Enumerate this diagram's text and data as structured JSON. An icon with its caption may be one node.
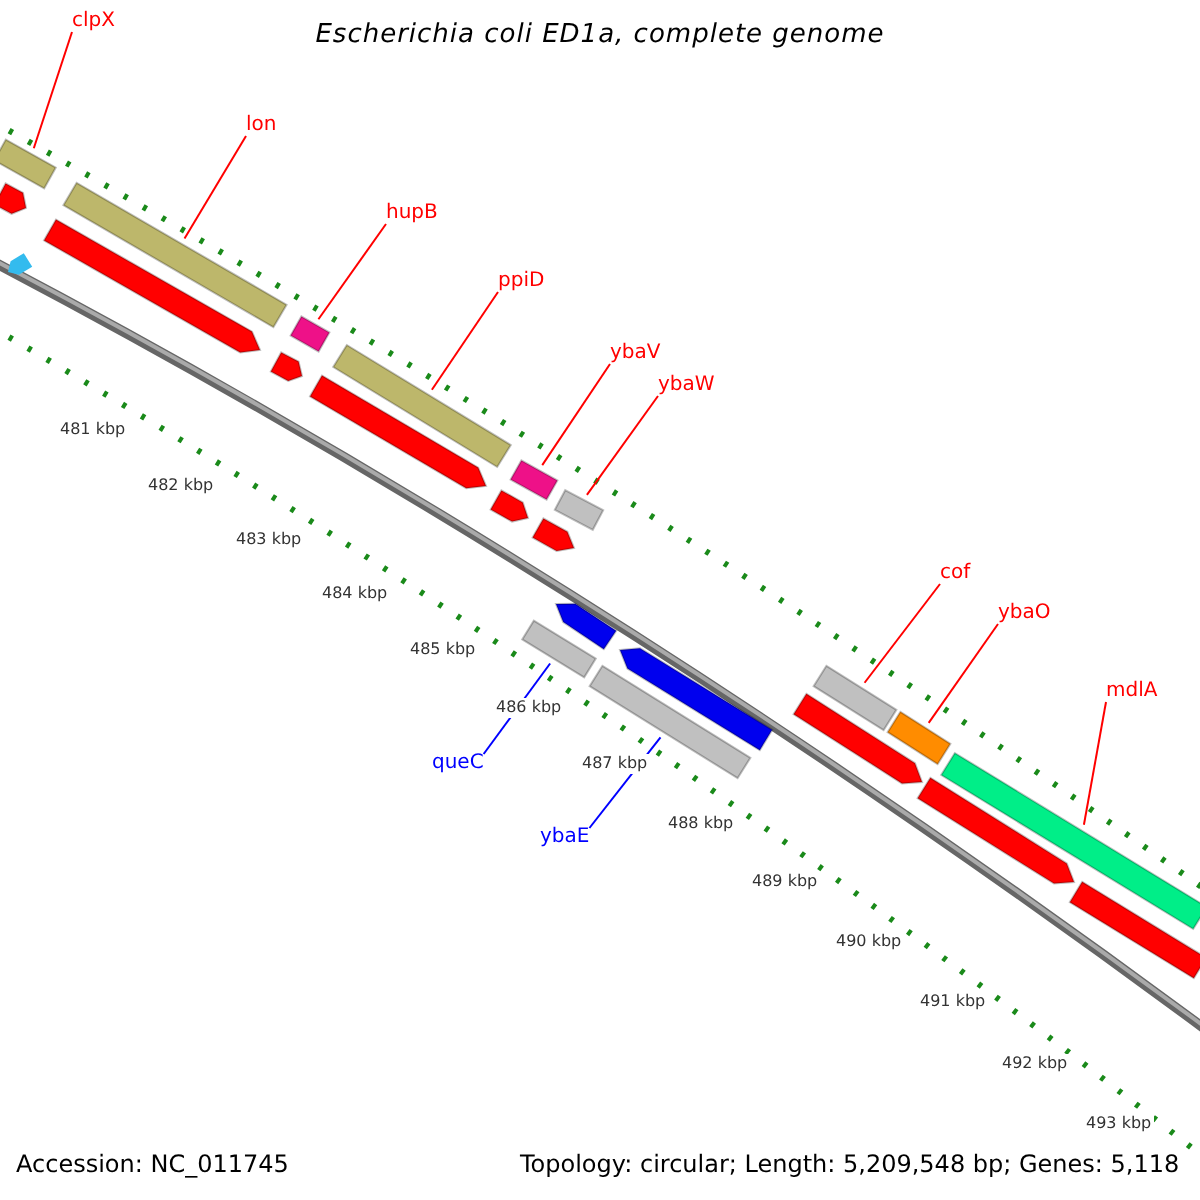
{
  "diagram": {
    "title": "Escherichia coli ED1a, complete genome",
    "nodes": [
      {
        "text": [
          "clpX"
        ]
      },
      {
        "text": [],
        "shape": "bar"
      },
      {
        "text": [
          "lon"
        ]
      },
      {
        "text": [],
        "shape": "bar"
      },
      {
        "text": [
          "hupB"
        ]
      },
      {
        "text": [],
        "shape": "bar"
      },
      {
        "text": [
          "ppiD"
        ]
      },
      {
        "text": [],
        "shape": "bar"
      },
      {
        "text": [
          "ybaV"
        ]
      },
      {
        "text": [],
        "shape": "bar"
      },
      {
        "text": [
          "ybaW"
        ]
      },
      {
        "text": [],
        "shape": "bar"
      },
      {
        "text": [
          "cof"
        ]
      },
      {
        "text": [],
        "shape": "bar"
      },
      {
        "text": [
          "ybaO"
        ]
      },
      {
        "text": [],
        "shape": "bar"
      },
      {
        "text": [
          "mdlA"
        ]
      },
      {
        "text": [],
        "shape": "bar"
      },
      {
        "text": [
          "queC"
        ]
      },
      {
        "text": [],
        "shape": "bar"
      },
      {
        "text": [
          "ybaE"
        ]
      },
      {
        "text": [],
        "shape": "bar"
      },
      {
        "text": [],
        "shape": "bar"
      },
      {
        "text": [],
        "shape": "bar"
      },
      {
        "text": [],
        "shape": "bar"
      },
      {
        "text": [],
        "shape": "bar"
      },
      {
        "text": [],
        "shape": "bar"
      },
      {
        "text": [],
        "shape": "bar"
      },
      {
        "text": [],
        "shape": "bar"
      },
      {
        "text": [],
        "shape": "bar"
      },
      {
        "text": [],
        "shape": "bar"
      },
      {
        "text": [],
        "shape": "bar"
      },
      {
        "text": [],
        "shape": "bar"
      }
    ],
    "edges": [
      {
        "from": 0,
        "to": 1,
        "arrow": "none"
      },
      {
        "from": 2,
        "to": 3,
        "arrow": "none"
      },
      {
        "from": 4,
        "to": 5,
        "arrow": "none"
      },
      {
        "from": 6,
        "to": 7,
        "arrow": "none"
      },
      {
        "from": 8,
        "to": 9,
        "arrow": "none"
      },
      {
        "from": 10,
        "to": 11,
        "arrow": "none"
      },
      {
        "from": 12,
        "to": 13,
        "arrow": "none"
      },
      {
        "from": 14,
        "to": 15,
        "arrow": "none"
      },
      {
        "from": 16,
        "to": 17,
        "arrow": "none"
      },
      {
        "from": 18,
        "to": 19,
        "arrow": "none",
        "color": "#0000ff"
      },
      {
        "from": 20,
        "to": 21,
        "arrow": "none",
        "color": "#0000ff"
      }
    ],
    "labels": [
      "481 kbp",
      "482 kbp",
      "483 kbp",
      "484 kbp",
      "485 kbp",
      "486 kbp",
      "487 kbp",
      "488 kbp",
      "489 kbp",
      "490 kbp",
      "491 kbp",
      "492 kbp",
      "493 kbp",
      "Accession: NC_011745",
      "Topology: circular; Length: 5,209,548 bp; Genes: 5,118"
    ]
  }
}
